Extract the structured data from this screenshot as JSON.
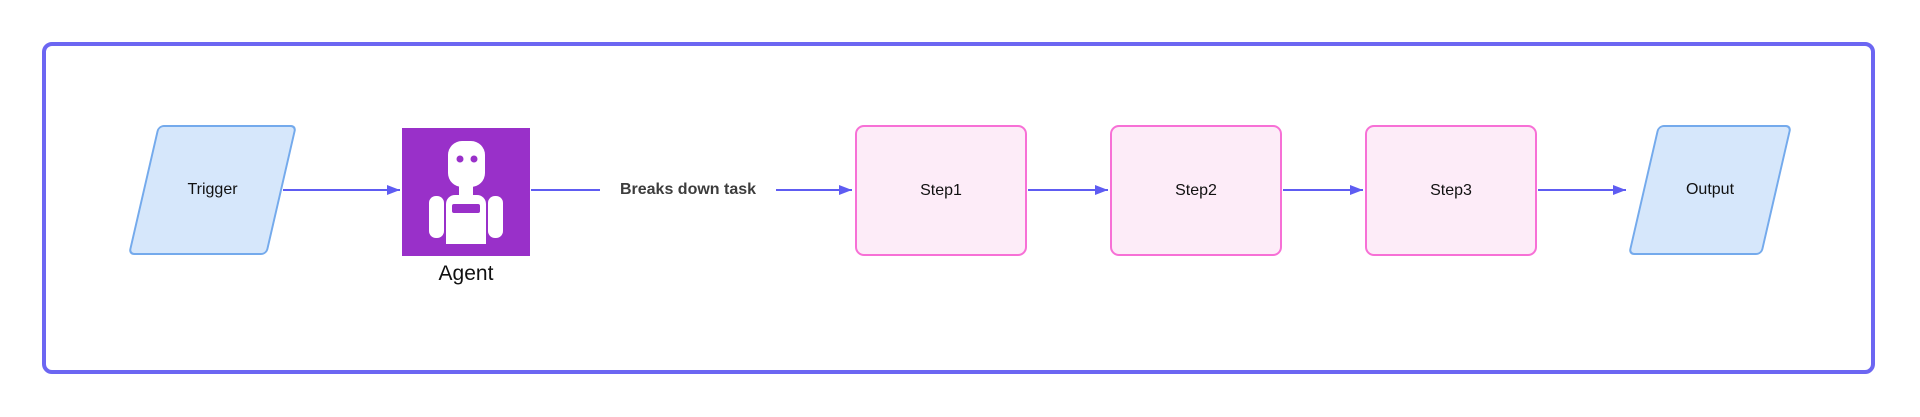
{
  "diagram": {
    "nodes": {
      "trigger": {
        "label": "Trigger",
        "shape": "parallelogram"
      },
      "agent": {
        "label": "Agent",
        "shape": "image",
        "icon": "robot-icon"
      },
      "step1": {
        "label": "Step1",
        "shape": "process"
      },
      "step2": {
        "label": "Step2",
        "shape": "process"
      },
      "step3": {
        "label": "Step3",
        "shape": "process"
      },
      "output": {
        "label": "Output",
        "shape": "parallelogram"
      }
    },
    "edges": {
      "trigger_to_agent": {
        "label": ""
      },
      "agent_to_step1": {
        "label": "Breaks down task"
      },
      "step1_to_step2": {
        "label": ""
      },
      "step2_to_step3": {
        "label": ""
      },
      "step3_to_output": {
        "label": ""
      }
    }
  },
  "colors": {
    "canvas-bg": "#ffffff",
    "frame-border": "#6c66f2",
    "arrow": "#5e5cf2",
    "io-fill": "#d6e7fb",
    "io-stroke": "#74aaec",
    "step-fill": "#fdecf8",
    "step-stroke": "#f770d6",
    "agent-bg": "#9930c9",
    "icon-fg": "#ffffff",
    "node-text": "#111111",
    "edge-label": "#3d3d3d"
  }
}
